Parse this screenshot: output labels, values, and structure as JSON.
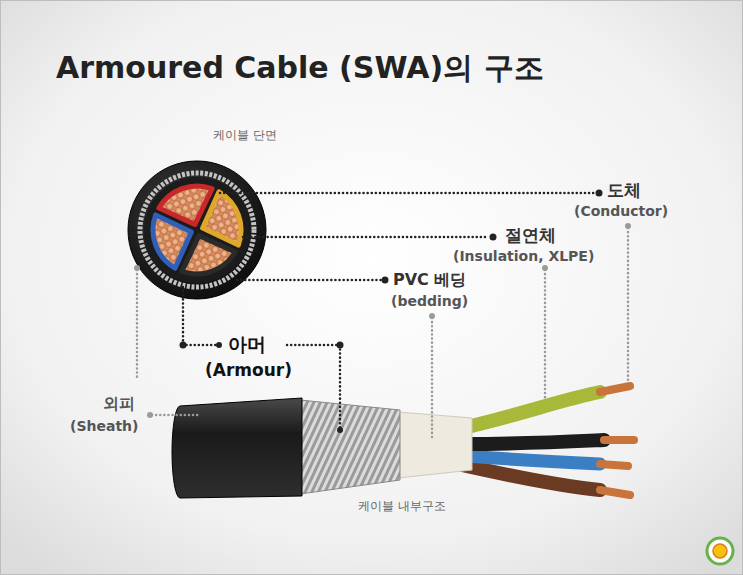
{
  "diagram": {
    "title": "Armoured Cable (SWA)의 구조",
    "labels": [
      "케이블 단면",
      "도체",
      "(Conductor)",
      "절연체",
      "(Insulation, XLPE)",
      "PVC 베딩",
      "(bedding)",
      "아머",
      "(Armour)",
      "외피",
      "(Sheath)",
      "케이블 내부구조"
    ]
  }
}
